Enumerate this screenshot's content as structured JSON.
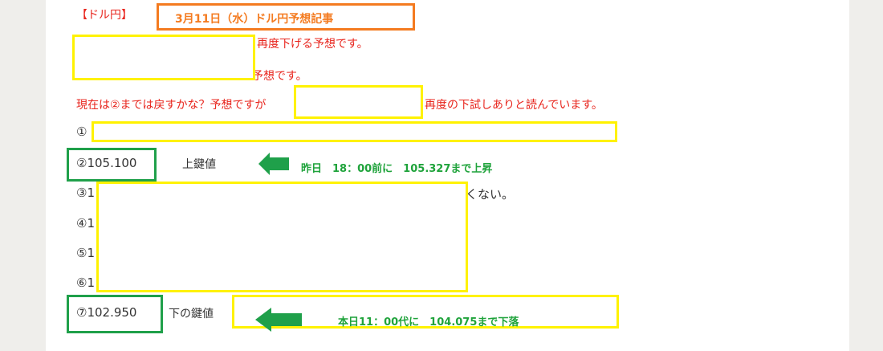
{
  "header": {
    "tag": "【ドル円】",
    "title": "3月11日（水）ドル円予想記事"
  },
  "lines": {
    "l1": "再度下げる予想です。",
    "l2": "予想です。",
    "l3a": "現在は②までは戻すかな？予想ですが",
    "l3b": "再度の下試しありと読んでいます。"
  },
  "levels": {
    "l1": "①",
    "l2_value": "②105.100",
    "l2_label": "上鍵値",
    "l2_note": "昨日　18：00前に　105.327まで上昇",
    "l3": "③1",
    "l3_tail": "くない。",
    "l4": "④1",
    "l5": "⑤1",
    "l6": "⑥1",
    "l7_value": "⑦102.950",
    "l7_label": "下の鍵値",
    "l7_note": "本日11：00代に　104.075まで下落"
  },
  "colors": {
    "orange": "#f47b20",
    "yellow": "#fff200",
    "green": "#1fa04a",
    "red": "#e8251d"
  }
}
